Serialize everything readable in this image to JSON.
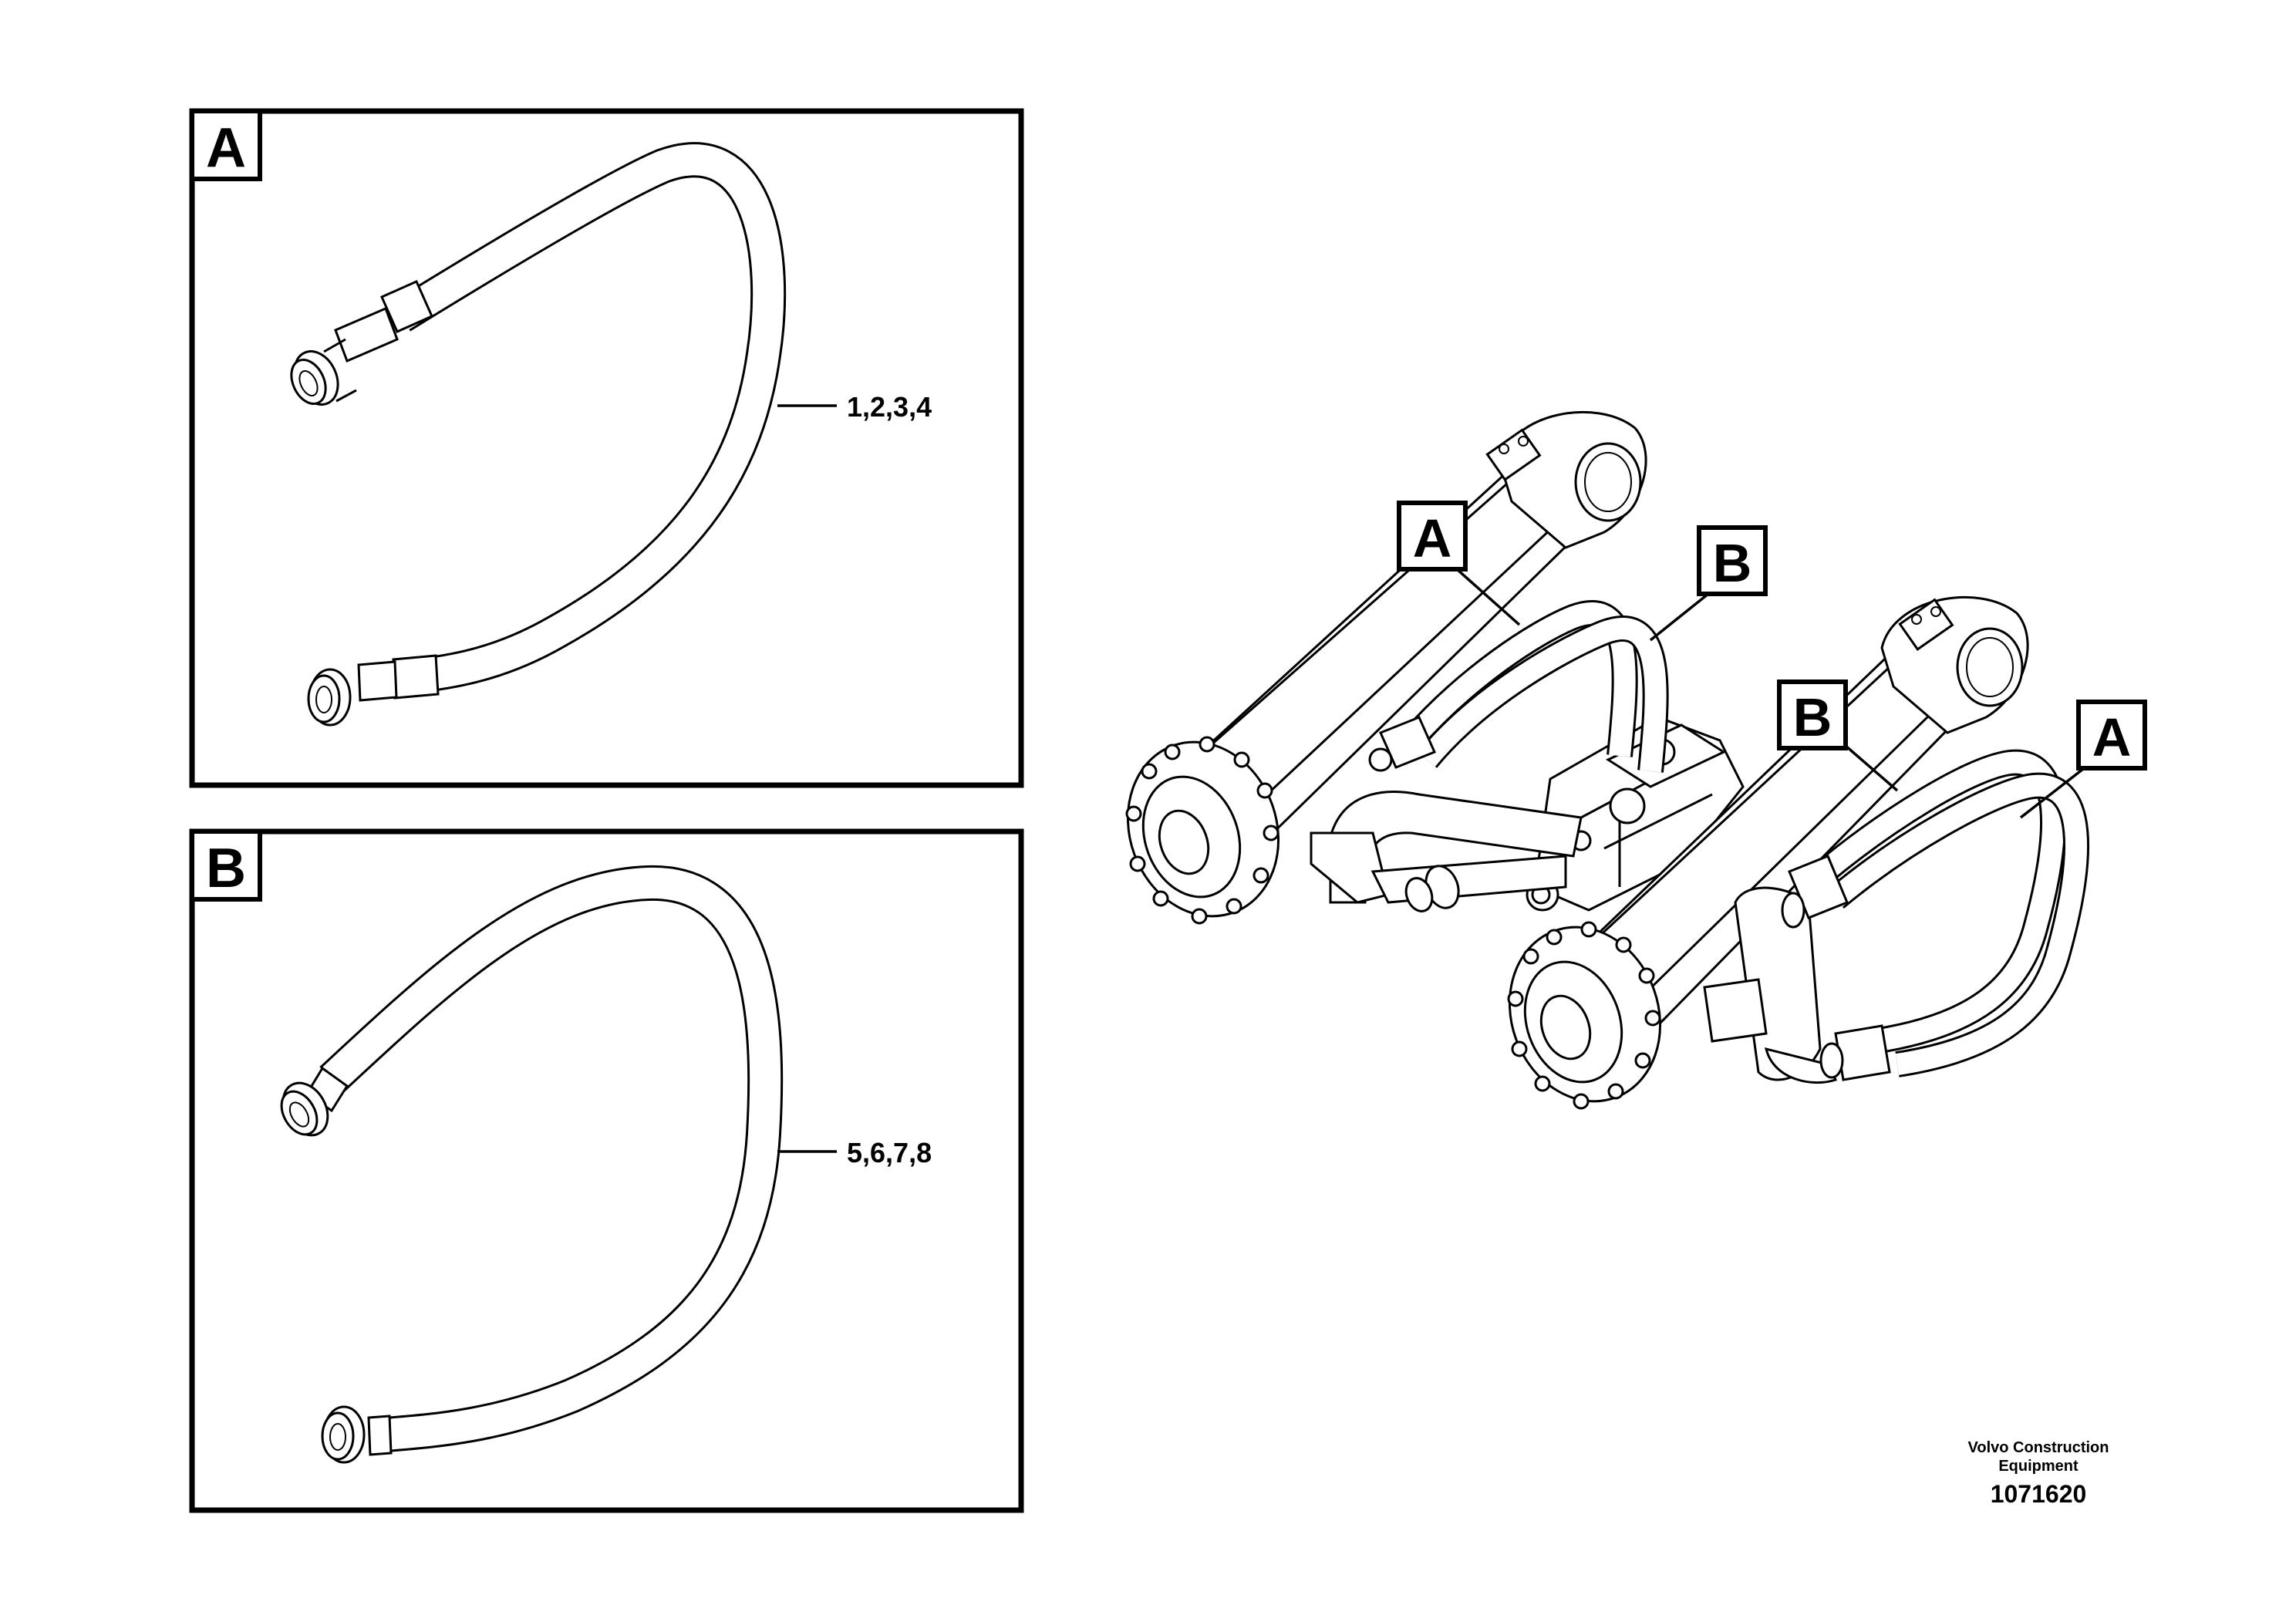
{
  "detail_a": {
    "tag": "A",
    "callout": "1,2,3,4"
  },
  "detail_b": {
    "tag": "B",
    "callout": "5,6,7,8"
  },
  "assembly": {
    "left_pair_tags": [
      "A",
      "B"
    ],
    "right_pair_tags": [
      "B",
      "A"
    ]
  },
  "footer": {
    "company_line1": "Volvo Construction",
    "company_line2": "Equipment",
    "drawing_number": "1071620"
  },
  "colors": {
    "line": "#000000",
    "background": "#ffffff"
  }
}
